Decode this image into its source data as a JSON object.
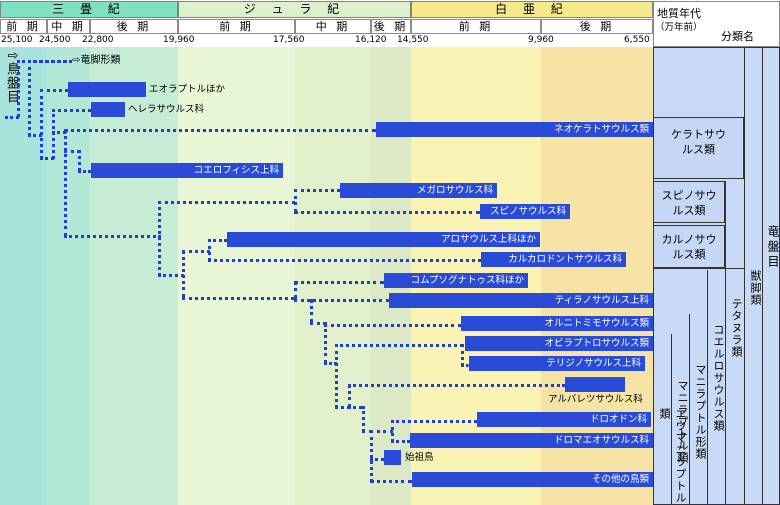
{
  "periods": [
    {
      "label": "三 畳 紀",
      "color": "#7fe0c4"
    },
    {
      "label": "ジ ュ ラ 紀",
      "color": "#dff0cf"
    },
    {
      "label": "白 亜 紀",
      "color": "#f4ea8c"
    }
  ],
  "epochs": [
    "前 期",
    "中 期",
    "後 期",
    "前 期",
    "中 期",
    "後 期",
    "前 期",
    "後 期"
  ],
  "ticks": [
    "25,100",
    "24,500",
    "22,800",
    "19,960",
    "17,560",
    "16,120",
    "14,550",
    "9,960",
    "6,550"
  ],
  "header": {
    "geologic_age": "地質年代",
    "unit": "（万年前）",
    "classification": "分類名"
  },
  "side_label": "⇧鳥盤目",
  "tree_note": "⇨竜脚形類",
  "taxa": [
    {
      "name": "エオラプトルほか"
    },
    {
      "name": "ヘレラサウルス科"
    },
    {
      "name": "ネオケラトサウルス類"
    },
    {
      "name": "コエロフィシス上科"
    },
    {
      "name": "メガロサウルス科"
    },
    {
      "name": "スピノサウルス科"
    },
    {
      "name": "アロサウルス上科ほか"
    },
    {
      "name": "カルカロドントサウルス科"
    },
    {
      "name": "コムプソグナトゥス科ほか"
    },
    {
      "name": "ティラノサウルス上科"
    },
    {
      "name": "オルニトミモサウルス類"
    },
    {
      "name": "オビラプトロサウルス類"
    },
    {
      "name": "テリジノサウルス上科"
    },
    {
      "name": "アルバレツサウルス科"
    },
    {
      "name": "ドロオドン科"
    },
    {
      "name": "ドロマエオサウルス科"
    },
    {
      "name": "始祖鳥"
    },
    {
      "name": "その他の鳥類"
    }
  ],
  "groups": {
    "ceratosauria": "ケラトサウルス類",
    "spinosauria": "スピノサウルス類",
    "carnosauria": "カルノサウルス類",
    "eumaniraptora": "エウマニラプトル類",
    "maniraptora": "マニラプトル類",
    "maniraptoriformes": "マニラプトル形類",
    "coelurosauria": "コエルロサウルス類",
    "tetanurae": "テタヌラ類",
    "theropoda": "獣脚類",
    "saurischia": "竜盤目"
  }
}
